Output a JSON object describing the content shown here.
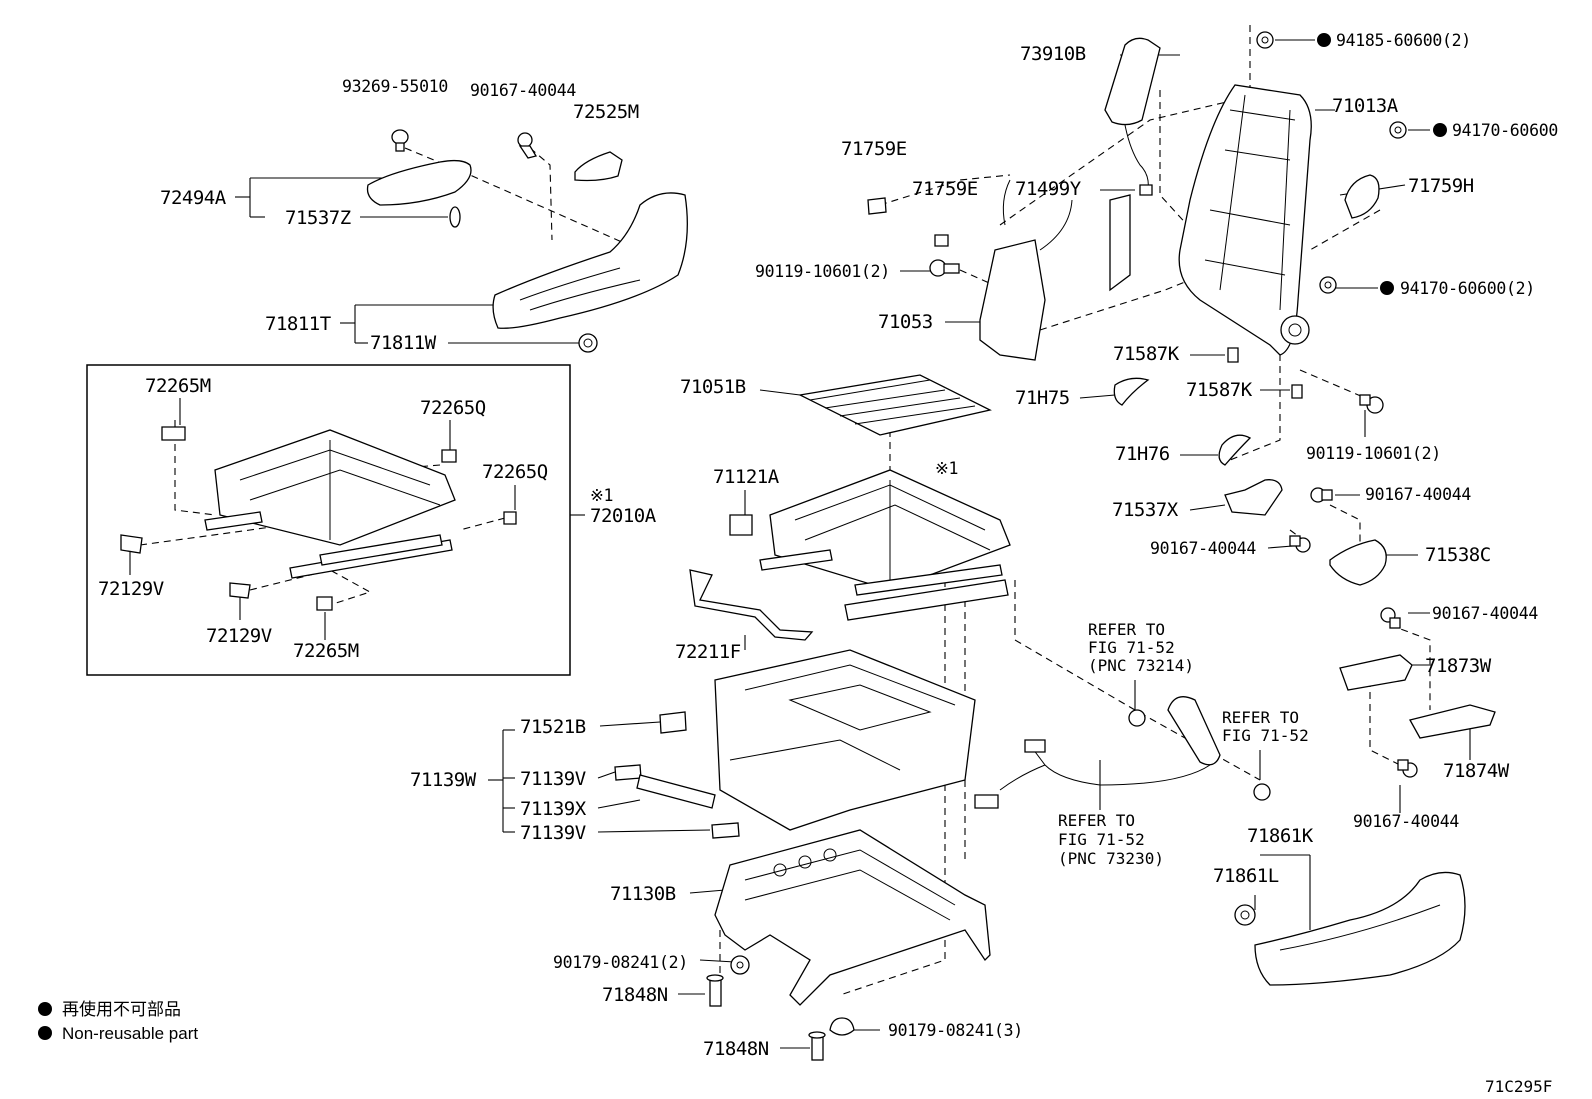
{
  "parts": {
    "p93269_55010": "93269-55010",
    "p90167_40044_a": "90167-40044",
    "p72525M": "72525M",
    "p72494A": "72494A",
    "p71537Z": "71537Z",
    "p71811T": "71811T",
    "p71811W": "71811W",
    "p72265M_a": "72265M",
    "p72265Q_a": "72265Q",
    "p72265Q_b": "72265Q",
    "p72010A": "72010A",
    "p72129V_a": "72129V",
    "p72129V_b": "72129V",
    "p72265M_b": "72265M",
    "p73910B": "73910B",
    "p71759E_a": "71759E",
    "p71759E_b": "71759E",
    "p71499Y": "71499Y",
    "p90119_10601_a": "90119-10601(2)",
    "p71053": "71053",
    "p71013A": "71013A",
    "p94185_60600": "94185-60600(2)",
    "p94170_60600_a": "94170-60600",
    "p71759H": "71759H",
    "p94170_60600_b": "94170-60600(2)",
    "p71587K_a": "71587K",
    "p71587K_b": "71587K",
    "p71H75": "71H75",
    "p71H76": "71H76",
    "p90119_10601_b": "90119-10601(2)",
    "p71051B": "71051B",
    "p71121A": "71121A",
    "p71537X": "71537X",
    "p90167_40044_b": "90167-40044",
    "p90167_40044_c": "90167-40044",
    "p71538C": "71538C",
    "p90167_40044_d": "90167-40044",
    "p72211F": "72211F",
    "p71873W": "71873W",
    "p71874W": "71874W",
    "p90167_40044_e": "90167-40044",
    "p71521B": "71521B",
    "p71139W": "71139W",
    "p71139V_a": "71139V",
    "p71139X": "71139X",
    "p71139V_b": "71139V",
    "p71861K": "71861K",
    "p71861L": "71861L",
    "p71130B": "71130B",
    "p90179_08241_a": "90179-08241(2)",
    "p71848N_a": "71848N",
    "p90179_08241_b": "90179-08241(3)",
    "p71848N_b": "71848N"
  },
  "marks": {
    "assembly_mark_a": "※1",
    "assembly_mark_b": "※1"
  },
  "references": {
    "ref_a": [
      "REFER TO",
      "FIG 71-52",
      "(PNC 73214)"
    ],
    "ref_b": [
      "REFER TO",
      "FIG 71-52"
    ],
    "ref_c": [
      "REFER TO",
      "FIG 71-52",
      "(PNC 73230)"
    ]
  },
  "legend": {
    "line1": "再使用不可部品",
    "line2": "Non-reusable part"
  },
  "figure_code": "71C295F",
  "colors": {
    "ink": "#000000",
    "background": "#ffffff"
  }
}
